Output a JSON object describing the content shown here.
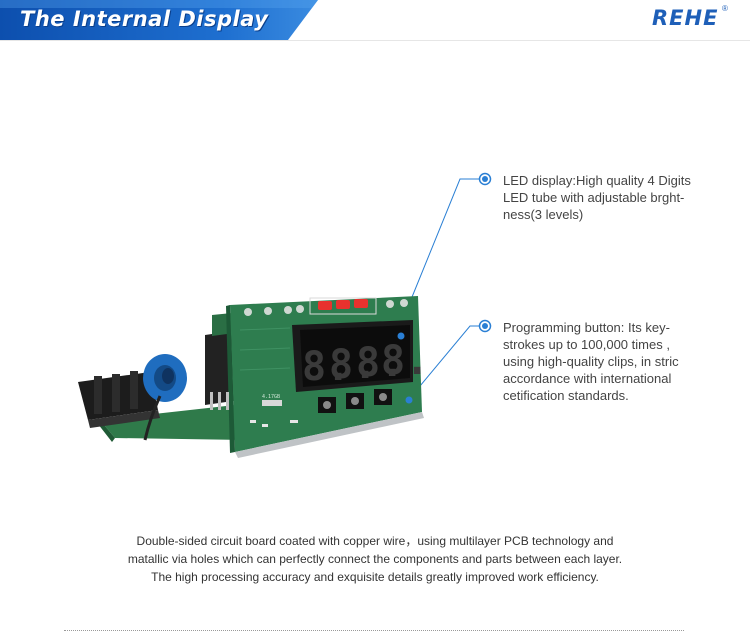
{
  "header": {
    "title": "The Internal Display",
    "logo": "REHE",
    "logo_mark": "®",
    "banner_color": "#1e6fd0",
    "logo_color": "#1e5fb8"
  },
  "illustration": {
    "led_digits": [
      "8.",
      "8.",
      "8.",
      "8."
    ],
    "chip_label": "4.17GB"
  },
  "callouts": [
    {
      "lines": [
        "LED display:High quality 4 Digits",
        "LED tube with adjustable brght-",
        "ness(3 levels)"
      ]
    },
    {
      "lines": [
        "Programming button:  Its key-",
        "strokes up to 100,000 times ,",
        "using high-quality clips, in stric",
        "accordance with international",
        "cetification standards."
      ]
    }
  ],
  "description": {
    "lines": [
      "Double-sided circuit board coated with copper wire，using multilayer PCB technology and",
      "matallic via holes which can perfectly connect the components and parts between each layer.",
      "The high processing accuracy and exquisite details greatly improved work efficiency."
    ]
  }
}
